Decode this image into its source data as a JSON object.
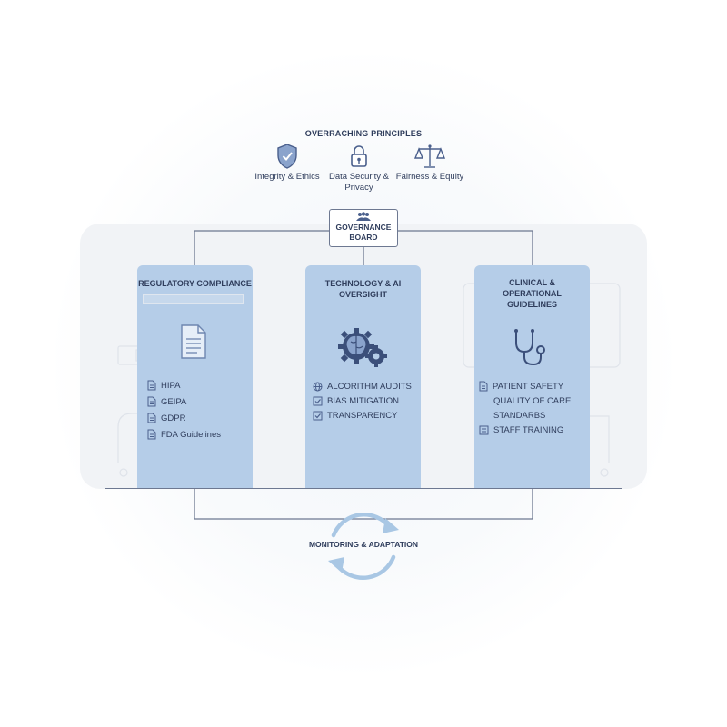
{
  "header": {
    "title": "OVERRACHING PRINCIPLES"
  },
  "principles": [
    {
      "icon": "shield-check-icon",
      "label": "Integrity & Ethics"
    },
    {
      "icon": "padlock-icon",
      "label": "Data Security & Privacy"
    },
    {
      "icon": "balance-scale-icon",
      "label": "Fairness & Equity"
    }
  ],
  "governance_board": {
    "icon": "people-group-icon",
    "label": "GOVERNANCE BOARD"
  },
  "columns": [
    {
      "title": "REGULATORY COMPLIANCE",
      "icon": "document-icon",
      "items": [
        "HIPA",
        "GEIPA",
        "GDPR",
        "FDA Guidelines"
      ]
    },
    {
      "title": "TECHNOLOGY & AI OVERSIGHT",
      "icon": "brain-gears-icon",
      "items": [
        "ALCORITHM AUDITS",
        "BIAS MITIGATION",
        "TRANSPARENCY"
      ]
    },
    {
      "title": "CLINICAL & OPERATIONAL GUIDELINES",
      "icon": "stethoscope-icon",
      "items": [
        "PATIENT SAFETY",
        "QUALITY OF CARE",
        "STANDARBS",
        "STAFF TRAINING"
      ]
    }
  ],
  "monitoring": {
    "label": "MONITORING & ADAPTATION"
  },
  "colors": {
    "accent": "#b5cde8",
    "ink": "#2f3d5c",
    "icon": "#4a5f8c",
    "cycle": "#a9c7e4"
  }
}
